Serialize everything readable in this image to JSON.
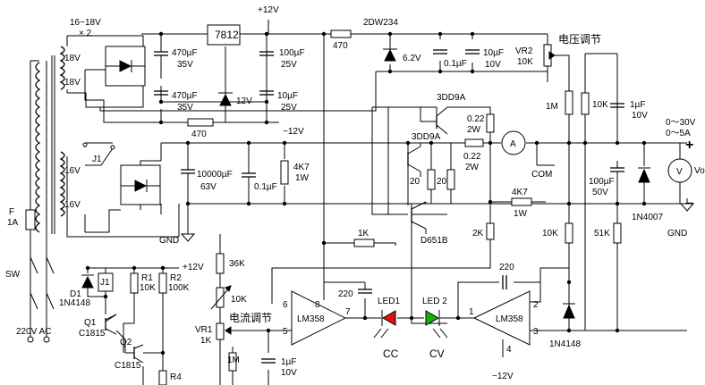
{
  "labels": {
    "transformer_voltage": "16~18V",
    "transformer_x2": "× 2",
    "winding_18v_a": "18V",
    "winding_18v_b": "18V",
    "winding_16v_a": "16V",
    "winding_16v_b": "16V",
    "j1_contact": "J1",
    "fuse_ref": "F",
    "fuse_rating": "1A",
    "switch_ref": "SW",
    "mains": "220V AC",
    "reg_7812": "7812",
    "plus12_top": "+12V",
    "cap_470_a_val": "470µF",
    "cap_470_a_v": "35V",
    "cap_470_b_val": "470µF",
    "cap_470_b_v": "35V",
    "cap_100_a_val": "100µF",
    "cap_100_a_v": "25V",
    "cap_10_a_val": "10µF",
    "cap_10_a_v": "25V",
    "zener_12v": "12V",
    "res_470_bottom": "470",
    "minus12_mid": "−12V",
    "res_470_top": "470",
    "zener_ref": "2DW234",
    "zener_6v2": "6.2V",
    "cap_01_a": "0.1µF",
    "cap_10_b_val": "10µF",
    "cap_10_b_v": "10V",
    "vr2_ref": "VR2",
    "vr2_val": "10K",
    "voltage_adjust": "电压调节",
    "t_3dd9a_top": "3DD9A",
    "t_3dd9a_left": "3DD9A",
    "res_022_a_val": "0.22",
    "res_022_a_w": "2W",
    "res_022_b_val": "0.22",
    "res_022_b_w": "2W",
    "ammeter": "A",
    "com": "COM",
    "res_1m_right": "1M",
    "res_10k_right": "10K",
    "cap_1uf_val": "1µF",
    "cap_1uf_v": "10V",
    "out_range_v": "0～30V",
    "out_range_a": "0～5A",
    "plus_sign": "+",
    "minus_sign": "−",
    "voltmeter": "V",
    "vo": "Vo",
    "cap_10000_val": "10000µF",
    "cap_10000_v": "63V",
    "cap_01_b": "0.1µF",
    "res_4k7_a_val": "4K7",
    "res_4k7_a_w": "1W",
    "res_20_a": "20",
    "res_20_b": "20",
    "res_4k7_b_val": "4K7",
    "res_4k7_b_w": "1W",
    "cap_100uf_val": "100µF",
    "cap_100uf_v": "50V",
    "diode_1n4007": "1N4007",
    "gnd_left": "GND",
    "gnd_right": "GND",
    "t_d651b": "D651B",
    "res_1k_mid": "1K",
    "res_2k": "2K",
    "res_10k_col": "10K",
    "res_51k": "51K",
    "plus12_low": "+12V",
    "res_36k": "36K",
    "res_10k_pot": "10K",
    "current_adjust": "电流调节",
    "vr1_ref": "VR1",
    "vr1_val": "1K",
    "res_1m_low": "1M",
    "cap_1uf_low_val": "1µF",
    "cap_1uf_low_v": "10V",
    "relay_j1": "J1",
    "d1_ref": "D1",
    "d1_part": "1N4148",
    "r1_ref": "R1",
    "r1_val": "10K",
    "r2_ref": "R2",
    "r2_val": "100K",
    "q1_ref": "Q1",
    "q1_part": "C1815",
    "q2_ref": "Q2",
    "q2_part": "C1815",
    "r4_ref": "R4",
    "opamp_left": "LM358",
    "opamp_right": "LM358",
    "pin_6": "6",
    "pin_5": "5",
    "pin_8": "8",
    "pin_7": "7",
    "pin_1": "1",
    "pin_2": "2",
    "pin_3": "3",
    "pin_4": "4",
    "cap_220_left": "220",
    "cap_220_right": "220",
    "led1": "LED1",
    "led2": "LED 2",
    "cc": "CC",
    "cv": "CV",
    "diode_1n4148_right": "1N4148",
    "minus12_bottom": "−12V"
  },
  "colors": {
    "led1": "#e01010",
    "led2": "#10b010",
    "wire": "#000000",
    "background": "#ffffff"
  }
}
